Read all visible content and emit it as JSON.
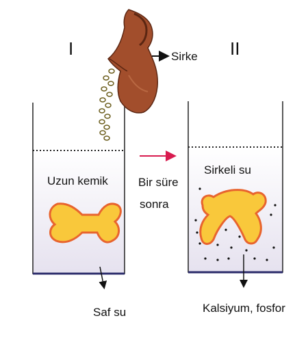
{
  "beaker_1": {
    "roman": "I",
    "content_label": "Uzun kemik",
    "liquid_label": "Saf su"
  },
  "beaker_2": {
    "roman": "II",
    "content_label": "Sirkeli su",
    "released_label": "Kalsiyum, fosfor"
  },
  "pitcher_label": "Sirke",
  "transition": {
    "line1": "Bir süre",
    "line2": "sonra"
  },
  "colors": {
    "bone_fill": "#f9c83b",
    "bone_outline": "#e8642e",
    "liquid": "#ece9f3",
    "beaker_outline": "#222222",
    "pitcher": "#a24e2c",
    "transition_arrow": "#d81b4f"
  }
}
